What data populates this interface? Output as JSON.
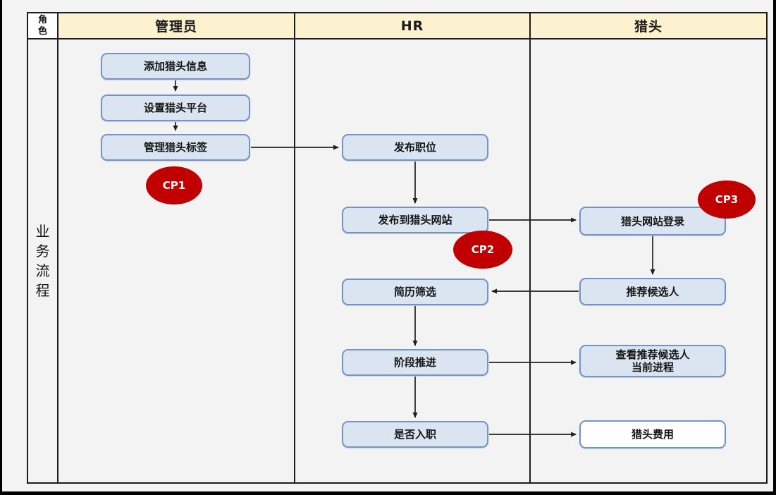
{
  "frame": {
    "role_header": "角色",
    "side_label": "业务流程"
  },
  "lanes": [
    {
      "title": "管理员"
    },
    {
      "title": "HR"
    },
    {
      "title": "猎头"
    }
  ],
  "nodes": [
    {
      "label": "添加猎头信息"
    },
    {
      "label": "设置猎头平台"
    },
    {
      "label": "管理猎头标签"
    },
    {
      "label": "发布职位"
    },
    {
      "label": "发布到猎头网站"
    },
    {
      "label": "简历筛选"
    },
    {
      "label": "阶段推进"
    },
    {
      "label": "是否入职"
    },
    {
      "label": "猎头网站登录"
    },
    {
      "label": "推荐候选人"
    },
    {
      "label": "查看推荐候选人\n当前进程"
    },
    {
      "label": "猎头费用"
    }
  ],
  "checkpoints": [
    {
      "label": "CP1"
    },
    {
      "label": "CP2"
    },
    {
      "label": "CP3"
    }
  ],
  "colors": {
    "background": "#f3f3f3",
    "lane_header_fill": "#fdf2cf",
    "node_fill": "#dbe5f1",
    "node_fill_alt": "#ffffff",
    "node_border": "#7294c6",
    "checkpoint_fill": "#c00000",
    "line": "#1c1c1c"
  }
}
